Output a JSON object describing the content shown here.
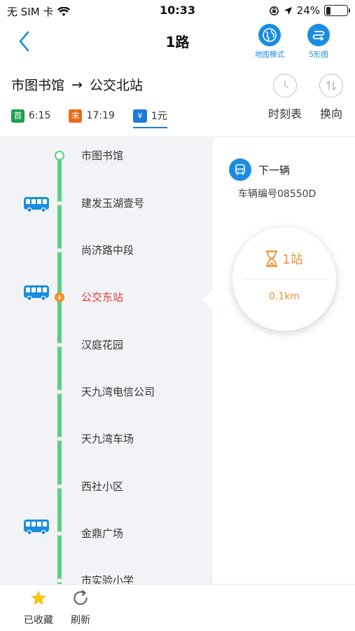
{
  "status_bar": {
    "carrier": "无 SIM 卡",
    "time": "10:33",
    "battery": "24%",
    "battery_level": 0.24
  },
  "nav": {
    "title": "1路",
    "map_mode_label": "地图模式",
    "s_mode_label": "S形图"
  },
  "route": {
    "from": "市图书馆",
    "arrow": "→",
    "to": "公交北站",
    "first_badge": "首",
    "first_time": "6:15",
    "last_badge": "末",
    "last_time": "17:19",
    "fare_badge": "¥",
    "fare": "1元",
    "timetable_label": "时刻表",
    "reverse_label": "换向"
  },
  "stops": [
    {
      "name": "市图书馆"
    },
    {
      "name": "建发玉湖壹号"
    },
    {
      "name": "尚济路中段"
    },
    {
      "name": "公交东站"
    },
    {
      "name": "汉庭花园"
    },
    {
      "name": "天九湾电信公司"
    },
    {
      "name": "天九湾车场"
    },
    {
      "name": "西社小区"
    },
    {
      "name": "金鼎广场"
    },
    {
      "name": "市实验小学"
    }
  ],
  "next_bus": {
    "label": "下一辆",
    "vehicle_no": "车辆编号08550D",
    "stops_away": "1站",
    "distance": "0.1km"
  },
  "bottom": {
    "favorite_label": "已收藏",
    "refresh_label": "刷新"
  },
  "colors": {
    "accent": "#1a8de0",
    "track": "#5ccf82",
    "current": "#f0902e",
    "highlight": "#e8362f",
    "favorite": "#f5c518"
  }
}
